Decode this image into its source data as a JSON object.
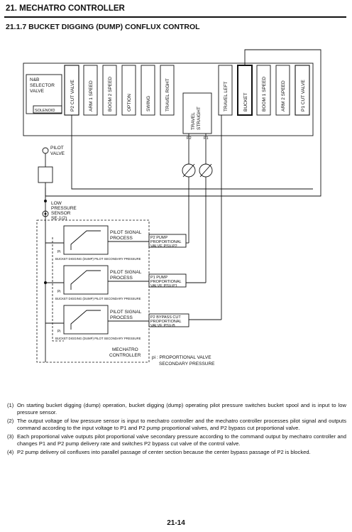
{
  "header": {
    "section": "21.  MECHATRO CONTROLLER",
    "subsection": "21.1.7  BUCKET DIGGING (DUMP) CONFLUX CONTROL"
  },
  "diagram": {
    "selector_lines": [
      "N&B",
      "SELECTOR",
      "VALVE"
    ],
    "solenoid": "SOLENOID",
    "left_spools": [
      "P2 CUT VALVE",
      "ARM 1 SPEED",
      "BOOM 2 SPEED",
      "OPTION",
      "SWING",
      "TRAVEL RIGHT"
    ],
    "right_spools": [
      "TRAVEL LEFT",
      "BUCKET",
      "BOOM 1 SPEED",
      "ARM 2 SPEED",
      "P1 CUT VALVE"
    ],
    "travel_straight": [
      "TRAVEL",
      "STRAIGHT"
    ],
    "p2": "P2",
    "p1": "P1",
    "pilot_valve": [
      "PILOT",
      "VALVE"
    ],
    "low_pressure": [
      "LOW",
      "PRESSURE",
      "SENSOR",
      "SE-1(2)"
    ],
    "process_blocks": [
      {
        "lines": [
          "PILOT SIGNAL",
          "PROCESS"
        ],
        "caption": "BUCKET DIGGING (DUMP) PILOT SECONDARY PRESSURE",
        "pi": "Pi",
        "valve": [
          "P2 PUMP",
          "PROPORTIONAL",
          "VALVE  PSV-P2"
        ]
      },
      {
        "lines": [
          "PILOT SIGNAL",
          "PROCESS"
        ],
        "caption": "BUCKET DIGGING (DUMP) PILOT SECONDARY PRESSURE",
        "pi": "Pi",
        "valve": [
          "P1 PUMP",
          "PROPORTIONAL",
          "VALVE  PSV-P1"
        ]
      },
      {
        "lines": [
          "PILOT SIGNAL",
          "PROCESS"
        ],
        "caption": "BUCKET DIGGING (DUMP) PILOT SECONDARY PRESSURE",
        "pi": "Pi",
        "valve": [
          "P2 BYPASS CUT",
          "PROPORTIONAL",
          "VALVE PSV-B"
        ]
      }
    ],
    "mechatro": [
      "MECHATRO",
      "CONTROLLER"
    ],
    "legend": [
      "pi : PROPORTIONAL VALVE",
      "SECONDARY PRESSURE"
    ]
  },
  "notes": [
    {
      "num": "(1)",
      "text": "On starting bucket digging (dump) operation, bucket digging (dump) operating pilot pressure switches bucket spool and is input to low pressure sensor."
    },
    {
      "num": "(2)",
      "text": "The output voltage of low pressure sensor is input to mechatro controller and the mechatro controller processes pilot signal and outputs command according to the input voltage to P1 and P2 pump proportional valves, and P2 bypass cut proportional valve."
    },
    {
      "num": "(3)",
      "text": "Each proportional valve outputs pilot proportional valve secondary pressure according to the command output by mechatro controller and changes P1 and P2 pump delivery rate and switches P2 bypass cut valve of the control valve."
    },
    {
      "num": "(4)",
      "text": "P2 pump delivery oil confluxes into parallel passage of center section because the center bypass passage of P2 is blocked."
    }
  ],
  "page_number": "21-14"
}
